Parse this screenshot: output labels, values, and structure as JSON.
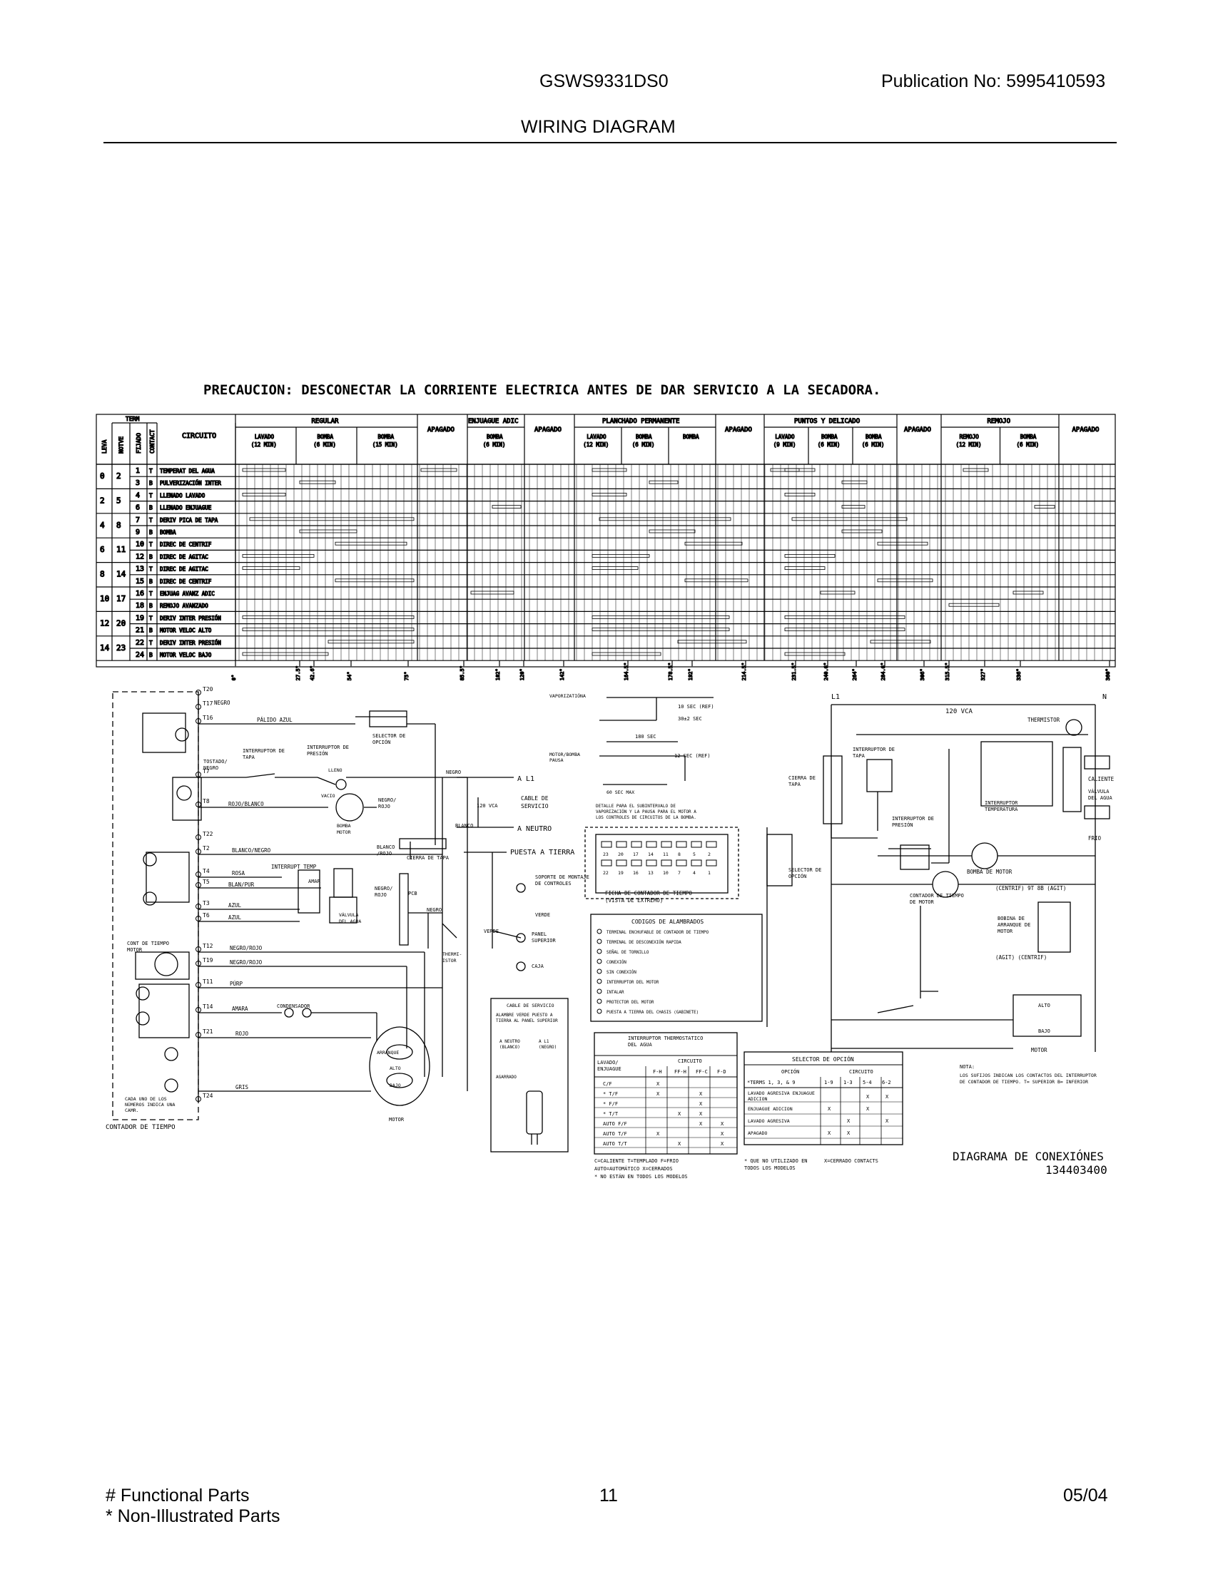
{
  "header": {
    "model": "GSWS9331DS0",
    "publication": "Publication No:  5995410593",
    "title": "WIRING DIAGRAM"
  },
  "warning": "PRECAUCION: DESCONECTAR LA CORRIENTE ELECTRICA ANTES DE DAR SERVICIO A LA SECADORA.",
  "chart": {
    "col_headers": [
      "LEVA",
      "NOTVE",
      "FIJADO",
      "CONTACT",
      "CIRCUITO"
    ],
    "term_label": "TERM",
    "cycles": [
      {
        "name": "REGULAR",
        "subs": [
          "LAVADO (12 MIN)",
          "BOMBA (6 MIN)",
          "BOMBA (15 MIN)"
        ]
      },
      {
        "name": "APAGADO",
        "subs": []
      },
      {
        "name": "ENJUAGUE ADIC",
        "subs": [
          "BOMBA (6 MIN)"
        ]
      },
      {
        "name": "APAGADO",
        "subs": []
      },
      {
        "name": "PLANCHADO PERMANENTE",
        "subs": [
          "LAVADO (12 MIN)",
          "BOMBA (6 MIN)",
          "BOMBA"
        ]
      },
      {
        "name": "APAGADO",
        "subs": []
      },
      {
        "name": "PUNTOS Y DELICADO",
        "subs": [
          "LAVADO (9 MIN)",
          "BOMBA (6 MIN)",
          "BOMBA (6 MIN)"
        ]
      },
      {
        "name": "APAGADO",
        "subs": []
      },
      {
        "name": "REMOJO",
        "subs": [
          "REMOJO (12 MIN)",
          "BOMBA (6 MIN)"
        ]
      },
      {
        "name": "APAGADO",
        "subs": []
      }
    ],
    "rows": [
      {
        "leva": "0",
        "notve": "2",
        "t": "1",
        "c": "T",
        "circuit": "TEMPERAT DEL AGUA"
      },
      {
        "leva": "",
        "notve": "",
        "t": "3",
        "c": "B",
        "circuit": "PULVERIZACIÓN INTER"
      },
      {
        "leva": "2",
        "notve": "5",
        "t": "4",
        "c": "T",
        "circuit": "LLENADO LAVADO"
      },
      {
        "leva": "",
        "notve": "",
        "t": "6",
        "c": "B",
        "circuit": "LLENADO ENJUAGUE"
      },
      {
        "leva": "4",
        "notve": "8",
        "t": "7",
        "c": "T",
        "circuit": "DERIV PICA DE TAPA"
      },
      {
        "leva": "",
        "notve": "",
        "t": "9",
        "c": "B",
        "circuit": "BOMBA"
      },
      {
        "leva": "6",
        "notve": "11",
        "t": "10",
        "c": "T",
        "circuit": "DIREC DE CENTRIF"
      },
      {
        "leva": "",
        "notve": "",
        "t": "12",
        "c": "B",
        "circuit": "DIREC DE AGITAC"
      },
      {
        "leva": "8",
        "notve": "14",
        "t": "13",
        "c": "T",
        "circuit": "DIREC DE AGITAC"
      },
      {
        "leva": "",
        "notve": "",
        "t": "15",
        "c": "B",
        "circuit": "DIREC DE CENTRIF"
      },
      {
        "leva": "10",
        "notve": "17",
        "t": "16",
        "c": "T",
        "circuit": "ENJUAG AVANZ ADIC"
      },
      {
        "leva": "",
        "notve": "",
        "t": "18",
        "c": "B",
        "circuit": "REMOJO AVANZADO"
      },
      {
        "leva": "12",
        "notve": "20",
        "t": "19",
        "c": "T",
        "circuit": "DERIV INTER PRESIÓN"
      },
      {
        "leva": "",
        "notve": "",
        "t": "21",
        "c": "B",
        "circuit": "MOTOR VELOC ALTO"
      },
      {
        "leva": "14",
        "notve": "23",
        "t": "22",
        "c": "T",
        "circuit": "DERIV INTER PRESIÓN"
      },
      {
        "leva": "",
        "notve": "",
        "t": "24",
        "c": "B",
        "circuit": "MOTOR VELOC BAJO"
      }
    ],
    "degrees": [
      "0°",
      "27.5°",
      "42.6°",
      "54°",
      "75°",
      "85.5°",
      "102°",
      "120°",
      "142°",
      "164.5°",
      "178.5°",
      "192°",
      "214.5°",
      "231.5°",
      "240.6°",
      "264°",
      "284.6°",
      "306°",
      "315.5°",
      "327°",
      "336°",
      "360°"
    ]
  },
  "timer": {
    "terms": [
      "T20",
      "T17",
      "T16",
      "T7",
      "T8",
      "T22",
      "T2",
      "T4",
      "T5",
      "T3",
      "T6",
      "T12",
      "T19",
      "T11",
      "T14",
      "T21",
      "T24"
    ],
    "wires": [
      "NEGRO",
      "PÁLIDO AZUL",
      "ROJO/BLANCO",
      "BLANCO/NEGRO",
      "ROSA",
      "BLAN/PUR",
      "AZUL",
      "AZUL",
      "NEGRO/ROJO",
      "NEGRO/ROJO",
      "PÚRP",
      "AMARA",
      "ROJO",
      "GRIS"
    ],
    "labels": {
      "tostado": "TOSTADO/ NEGRO",
      "interruptor_tapa": "INTERRUPTOR DE TAPA",
      "interruptor_presion": "INTERRUPTOR DE PRESIÓN",
      "lleno": "LLENO",
      "vacio": "VACIO",
      "selector": "SELECTOR DE OPCIÓN",
      "bomba_motor": "BOMBA MOTOR",
      "negro_rojo": "NEGRO/ ROJO",
      "interrupt_temp": "INTERRUPT TEMP",
      "amar": "AMAR",
      "negro_rojo2": "NEGRO/ ROJO",
      "valvula": "VÁLVULA DEL AGUA",
      "pcb": "PCB",
      "negro": "NEGRO",
      "thermistor": "THERMI- ISTOR",
      "cont_tiempo": "CONT DE TIEMPO MOTOR",
      "condensador": "CONDENSADOR",
      "arranque": "ARRANQUE",
      "alto": "ALTO",
      "bajo": "BAJO",
      "motor": "MOTOR",
      "note": "CADA UNO DE LOS NÚMEROS INDICA UNA CAMR.",
      "contador": "CONTADOR DE TIEMPO",
      "blanco": "BLANCO",
      "blanco_rojo": "BLANCO /ROJO",
      "cierra_tapa": "CIERRA DE TAPA",
      "negro_lbl": "NEGRO"
    }
  },
  "center": {
    "vaporizacion": "VAPORIZATIÓNA",
    "motor_bomba": "MOTOR/BOMBA PAUSA",
    "ref10": "10 SEC (REF)",
    "sec30": "30±2 SEC",
    "sec180": "180 SEC",
    "ref12": "12 SEC (REF)",
    "max60": "60 SEC MAX",
    "detalle": "DETALLE PARA EL SUBINTERVALO DE VAPORIZACIÓN Y LA PAUSA PARA EL MOTOR A LOS CONTROLES DE CIRCUITOS DE LA BOMBA.",
    "al1": "A L1",
    "aneutro": "A NEUTRO",
    "cable_servicio": "CABLE DE SERVICIO",
    "vca120": "120 VCA",
    "puesta_tierra": "PUESTA A TIERRA",
    "soporte": "SOPORTE DE MONTAJE DE CONTROLES",
    "verde": "VERDE",
    "verde2": "VERDE",
    "panel": "PANEL SUPERIOR",
    "caja": "CAJA",
    "ficha": "FICHA DE CONTADOR DE TIEMPO (VISTA DE EXTREMO)",
    "conn_top": [
      "23",
      "20",
      "17",
      "14",
      "11",
      "8",
      "5",
      "2"
    ],
    "conn_bot": [
      "22",
      "19",
      "16",
      "13",
      "10",
      "7",
      "4",
      "1"
    ],
    "codigos_title": "CODIGOS DE ALAMBRADOS",
    "codigos": [
      "TERMINAL ENCHUFABLE DE CONTADOR DE TIEMPO",
      "TERMINAL DE DESCONEXIÓN RAPIDA",
      "SEÑAL DE TORNILLO",
      "CONEXIÓN",
      "SIN CONEXIÓN",
      "INTERRUPTOR DEL MOTOR",
      "INTALAR",
      "PROTECTOR DEL MOTOR",
      "PUESTA A TIERRA DEL CHASIS (GABINETE)"
    ],
    "cable_box_title": "CABLE DE SERVICIO",
    "cable_box_text": "ALAMBRE VERDE PUESTO A TIERRA AL PANEL SUPERIOR",
    "cable_box_neutro": "A NEUTRO (BLANCO)",
    "cable_box_l1": "A L1 (NEGRO)",
    "cable_box_agarado": "AGARRADO"
  },
  "thermo_table": {
    "title": "INTERRUPTOR THERMOSTATICO DEL AGUA",
    "col0": "LAVADO/ ENJUAGUE",
    "circuito": "CIRCUITO",
    "cols": [
      "F-H",
      "FF-H",
      "FF-C",
      "F-D"
    ],
    "rows": [
      {
        "label": "C/F",
        "v": [
          "X",
          "",
          "",
          ""
        ]
      },
      {
        "label": "* T/F",
        "v": [
          "X",
          "",
          "X",
          ""
        ]
      },
      {
        "label": "* F/F",
        "v": [
          "",
          "",
          "X",
          ""
        ]
      },
      {
        "label": "* T/T",
        "v": [
          "",
          "X",
          "X",
          ""
        ]
      },
      {
        "label": "AUTO F/F",
        "v": [
          "",
          "",
          "X",
          "X"
        ]
      },
      {
        "label": "AUTO T/F",
        "v": [
          "X",
          "",
          "",
          "X"
        ]
      },
      {
        "label": "AUTO T/T",
        "v": [
          "",
          "X",
          "",
          "X"
        ]
      }
    ],
    "note1": "C=CALIENTE  T=TEMPLADO  F=FRIO",
    "note2": "AUTO=AUTOMÁTICO  X=CERRADOS",
    "note3": "* NO ESTÁN EN TODOS LOS MODELOS"
  },
  "selector_table": {
    "title": "SELECTOR DE OPCIÓN",
    "col0": "OPCIÓN",
    "circuito": "CIRCUITO",
    "terms": "*TERMS 1, 3, & 9",
    "cols": [
      "1-9",
      "1-3",
      "5-4",
      "6-2"
    ],
    "rows": [
      {
        "label": "LAVADO AGRESIVA ENJUAGUE ADICION",
        "v": [
          "",
          "",
          "X",
          "X"
        ]
      },
      {
        "label": "ENJUAGUE ADICION",
        "v": [
          "X",
          "",
          "X",
          ""
        ]
      },
      {
        "label": "LAVADO AGRESIVA",
        "v": [
          "",
          "X",
          "",
          "X"
        ]
      },
      {
        "label": "APAGADO",
        "v": [
          "X",
          "X",
          "",
          ""
        ]
      }
    ],
    "note1": "* QUE NO UTILIZADO EN TODOS LOS MODELOS",
    "note2": "X=CERRADO CONTACTS"
  },
  "right": {
    "l1": "L1",
    "n": "N",
    "vca": "120 VCA",
    "thermistor": "THERMISTOR",
    "interruptor_tapa": "INTERRUPTOR DE TAPA",
    "cierra_tapa": "CIERRA DE TAPA",
    "interruptor_presion": "INTERRUPTOR DE PRESIÓN",
    "interruptor_temp": "INTERRUPTOR TEMPERATURA",
    "caliente": "CALIENTE",
    "valvula": "VÁLVULA DEL AGUA",
    "frio": "FRIO",
    "bomba_motor": "BOMBA DE MOTOR",
    "selector": "SELECTOR DE OPCIÓN",
    "contador": "CONTADOR DE TIEMPO DE MOTOR",
    "centrif_agit": "(CENTRIF) 9T   8B  (AGIT)",
    "bobina": "BOBINA DE ARRANQUE DE MOTOR",
    "agit_centrif": "(AGIT)          (CENTRIF)",
    "alto": "ALTO",
    "bajo": "BAJO",
    "motor": "MOTOR",
    "nota_title": "NOTA:",
    "nota": "LOS SUFIJOS INDICAN LOS CONTACTOS DEL INTERRUPTOR DE CONTADOR DE TIEMPO. T= SUPERIOR B= INFERIOR",
    "diagram_title": "DIAGRAMA DE CONEXIÓNES",
    "diagram_num": "134403400"
  },
  "footer": {
    "functional": "# Functional Parts",
    "non_illustrated": "* Non-Illustrated Parts",
    "page": "11",
    "date": "05/04"
  }
}
